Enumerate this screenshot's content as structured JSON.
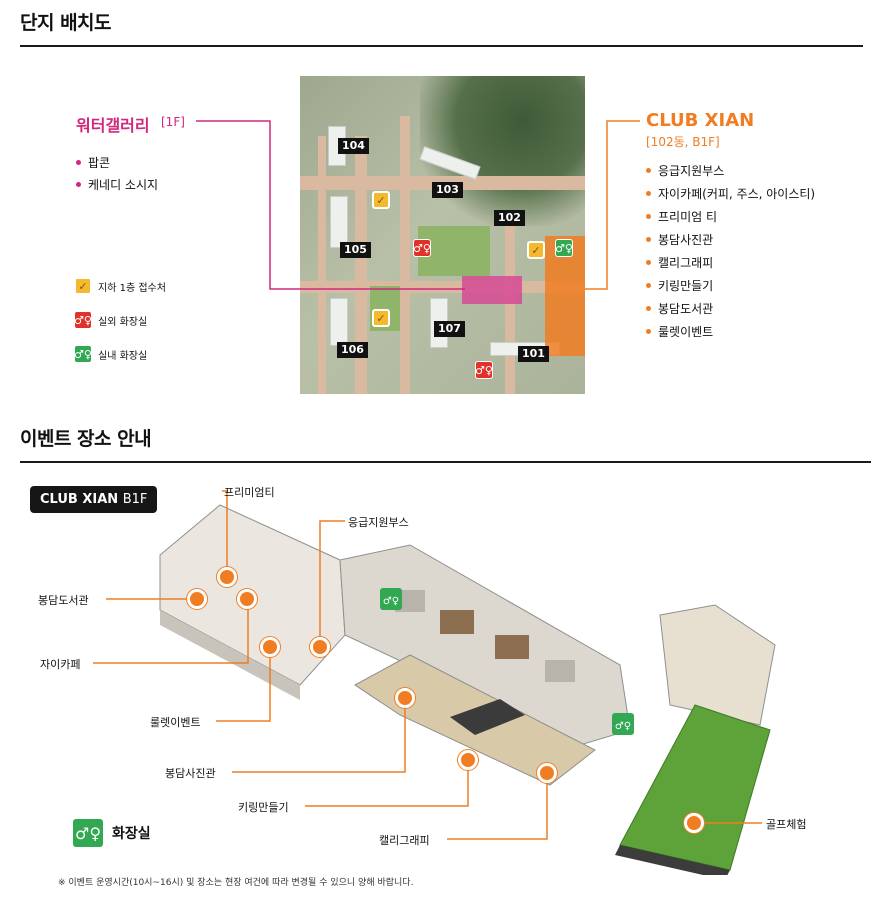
{
  "site_plan": {
    "title": "단지 배치도",
    "water_gallery": {
      "title": "워터갤러리",
      "floor": "[1F]",
      "items": [
        "팝콘",
        "케네디 소시지"
      ]
    },
    "club_xian": {
      "title": "CLUB XIAN",
      "location": "[102동, B1F]",
      "items": [
        "응급지원부스",
        "자이카페(커피, 주스, 아이스티)",
        "프리미엄 티",
        "봉담사진관",
        "캘리그래피",
        "키링만들기",
        "봉담도서관",
        "룰렛이벤트"
      ]
    },
    "buildings": [
      "104",
      "103",
      "102",
      "105",
      "107",
      "106",
      "101"
    ],
    "legend": [
      {
        "icon": "checkbox-icon",
        "label": "지하 1층 접수처",
        "color": "#f6b92d"
      },
      {
        "icon": "outdoor-restroom-icon",
        "label": "실외 화장실",
        "color": "#e0312b"
      },
      {
        "icon": "indoor-restroom-icon",
        "label": "실내 화장실",
        "color": "#32a852"
      }
    ]
  },
  "event_guide": {
    "title": "이벤트 장소 안내",
    "badge_main": "CLUB XIAN",
    "badge_floor": "B1F",
    "labels": {
      "premium_tea": "프리미엄티",
      "emergency": "응급지원부스",
      "library": "봉담도서관",
      "cafe": "자이카페",
      "roulette": "룰렛이벤트",
      "photo": "봉담사진관",
      "keyring": "키링만들기",
      "calligraphy": "캘리그래피",
      "golf": "골프체험"
    },
    "restroom_legend": "화장실",
    "note": "※ 이벤트 운영시간(10시~16시) 및 장소는 현장 여건에 따라 변경될 수 있으니 양해 바랍니다."
  },
  "colors": {
    "pink": "#d0287c",
    "orange": "#f07d22",
    "green": "#32a852",
    "red": "#e0312b",
    "yellow": "#f6b92d"
  }
}
